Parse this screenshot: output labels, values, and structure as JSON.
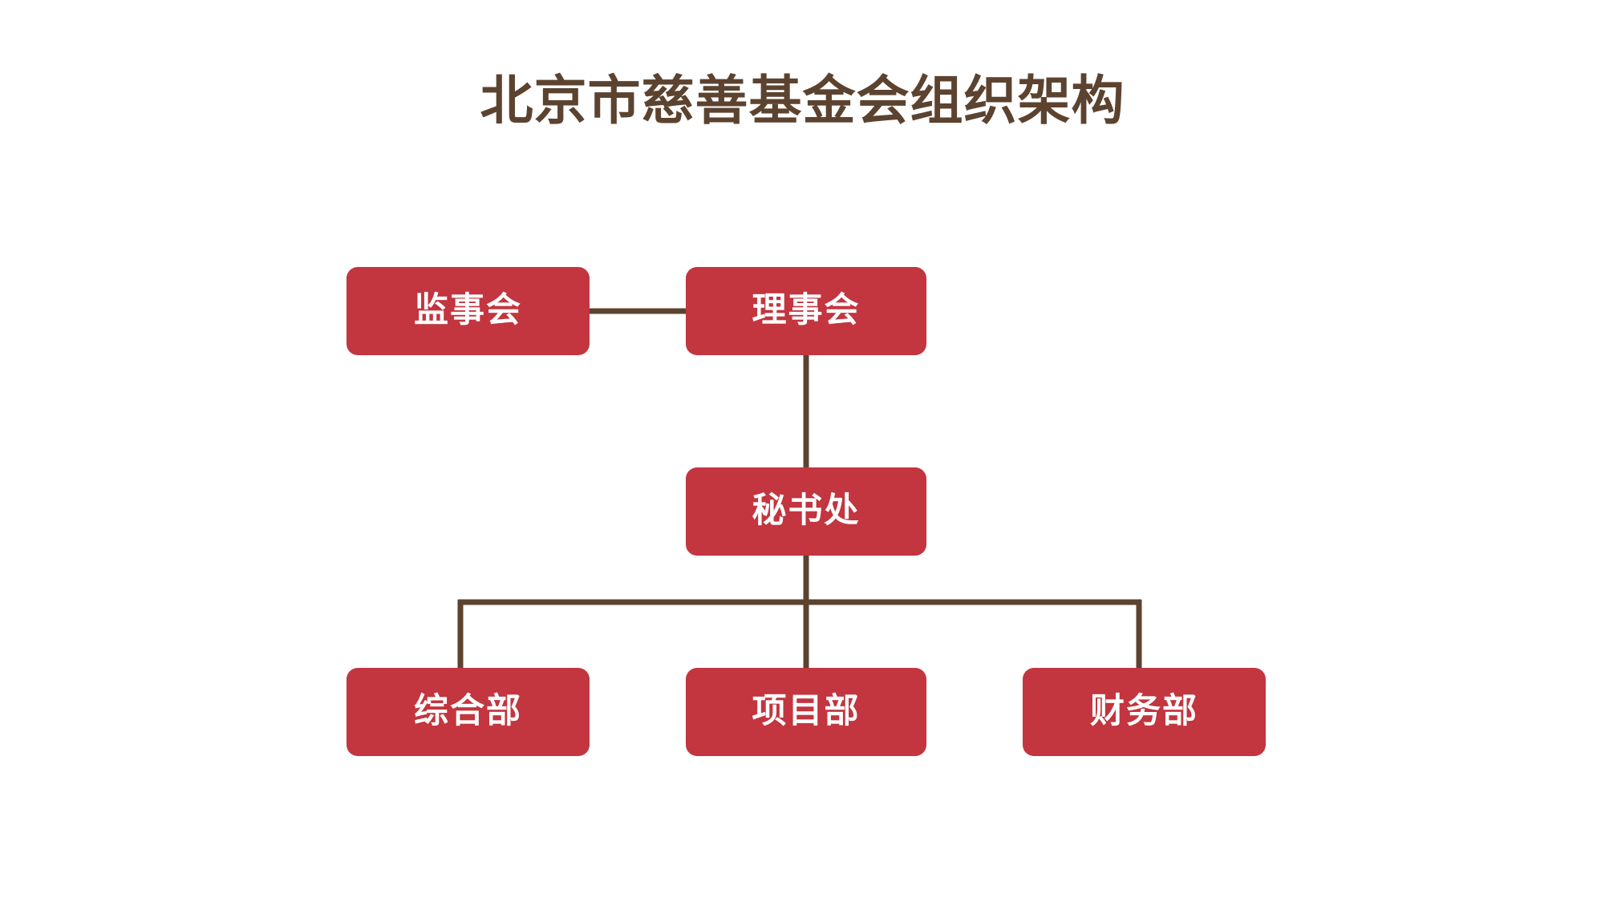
{
  "page": {
    "title": "北京市慈善基金会组织架构",
    "background_color": "#ffffff"
  },
  "theme": {
    "node_fill": "#c3353f",
    "node_text_color": "#ffffff",
    "title_color": "#5c4330",
    "connector_color": "#5c4330"
  },
  "org_chart": {
    "type": "org-chart",
    "nodes": [
      {
        "id": "supervisory",
        "label": "监事会",
        "level": 0,
        "column": "left"
      },
      {
        "id": "board",
        "label": "理事会",
        "level": 0,
        "column": "center"
      },
      {
        "id": "secretariat",
        "label": "秘书处",
        "level": 1,
        "column": "center"
      },
      {
        "id": "general",
        "label": "综合部",
        "level": 2,
        "column": "left"
      },
      {
        "id": "project",
        "label": "项目部",
        "level": 2,
        "column": "center"
      },
      {
        "id": "finance",
        "label": "财务部",
        "level": 2,
        "column": "right"
      }
    ],
    "edges": [
      {
        "from": "supervisory",
        "to": "board",
        "style": "horizontal"
      },
      {
        "from": "board",
        "to": "secretariat",
        "style": "vertical"
      },
      {
        "from": "secretariat",
        "to": "general",
        "style": "elbow"
      },
      {
        "from": "secretariat",
        "to": "project",
        "style": "vertical"
      },
      {
        "from": "secretariat",
        "to": "finance",
        "style": "elbow"
      }
    ]
  }
}
